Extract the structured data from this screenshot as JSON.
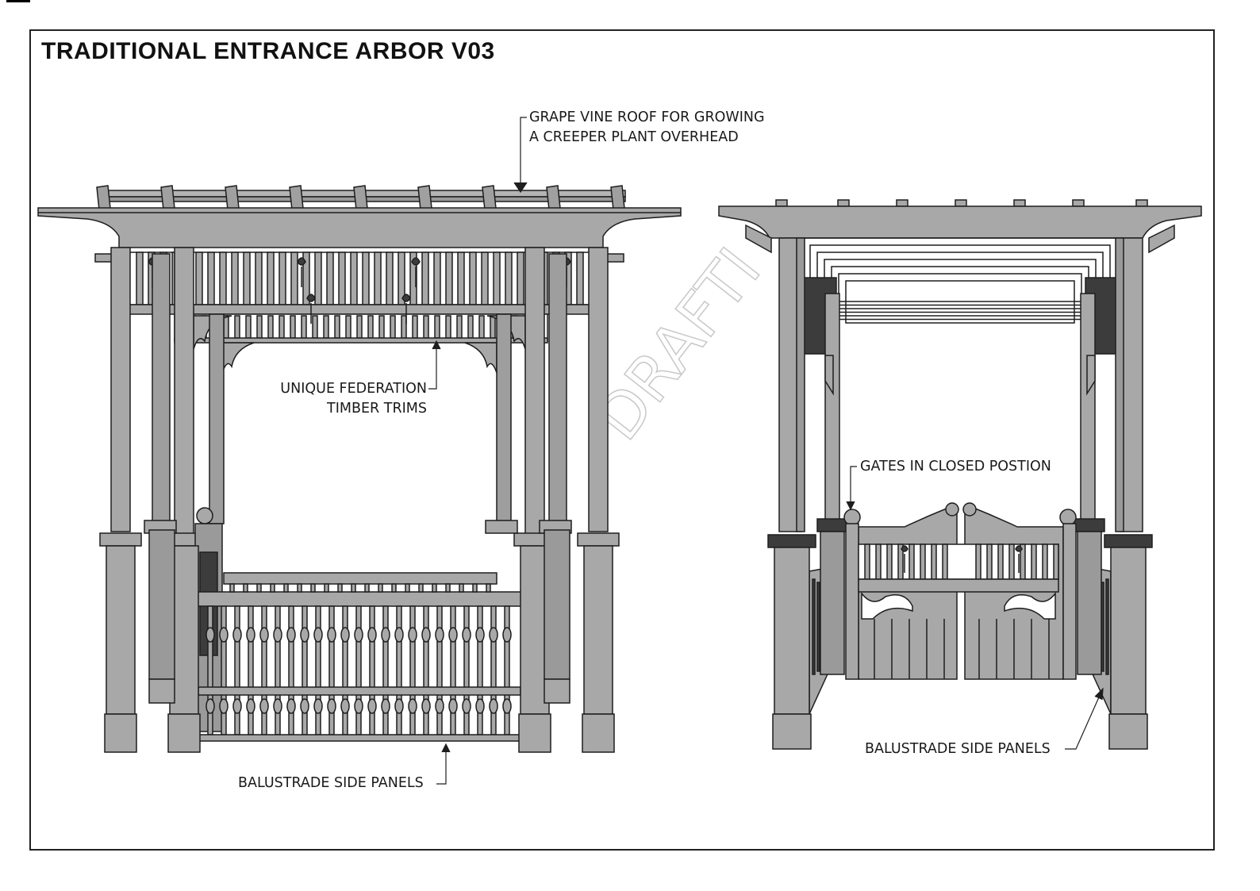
{
  "title": "TRADITIONAL ENTRANCE ARBOR V03",
  "watermark": "DRAFTI",
  "colors": {
    "fill": "#a8a8a8",
    "dark": "#3c3c3c",
    "line": "#1e1e1e",
    "frame": "#222222"
  },
  "callouts": {
    "roof": {
      "line1": "GRAPE VINE ROOF FOR GROWING",
      "line2": "A CREEPER PLANT OVERHEAD"
    },
    "trims": {
      "line1": "UNIQUE FEDERATION",
      "line2": "TIMBER TRIMS"
    },
    "balustrade_front": {
      "text": "BALUSTRADE SIDE PANELS"
    },
    "gates": {
      "text": "GATES IN CLOSED POSTION"
    },
    "balustrade_side": {
      "text": "BALUSTRADE SIDE PANELS"
    }
  }
}
